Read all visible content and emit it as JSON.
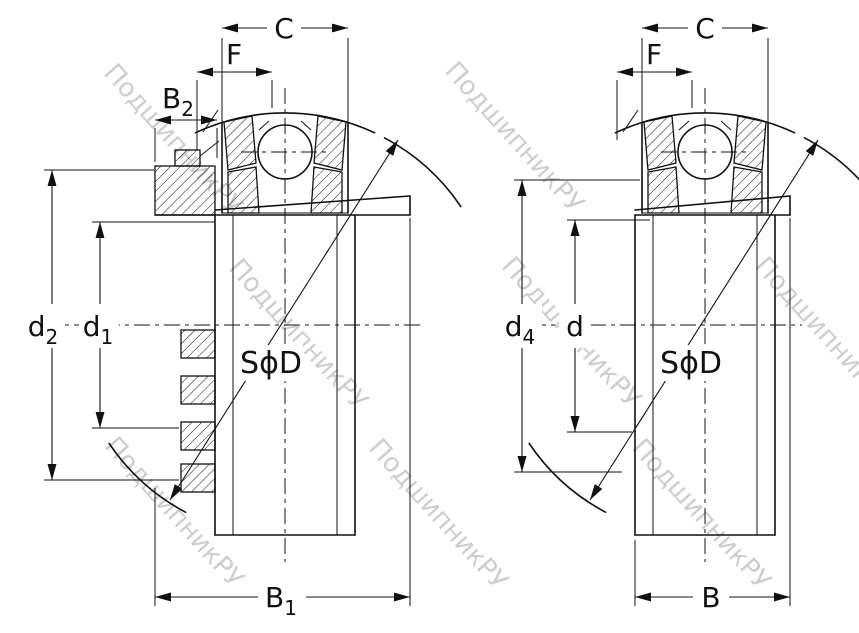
{
  "watermark": {
    "text": "ПодшипникРУ",
    "color": "#c8c8c8"
  },
  "drawing": {
    "line_color": "#111111",
    "background": "#ffffff"
  },
  "left_view": {
    "dim_c": "C",
    "dim_f": "F",
    "dim_b2_base": "B",
    "dim_b2_sub": "2",
    "dim_d2_base": "d",
    "dim_d2_sub": "2",
    "dim_d1_base": "d",
    "dim_d1_sub": "1",
    "dim_sphere": "SϕD",
    "dim_b1_base": "B",
    "dim_b1_sub": "1"
  },
  "right_view": {
    "dim_c": "C",
    "dim_f": "F",
    "dim_d4_base": "d",
    "dim_d4_sub": "4",
    "dim_d": "d",
    "dim_sphere": "SϕD",
    "dim_b": "B"
  }
}
